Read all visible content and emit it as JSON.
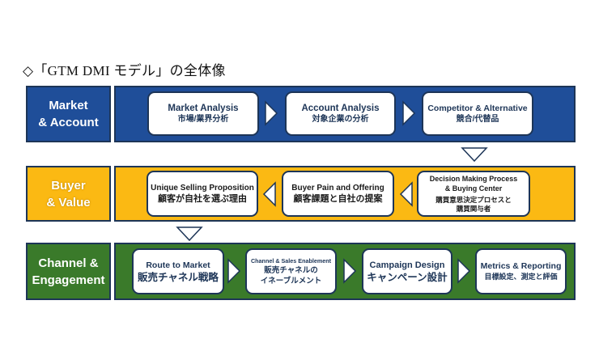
{
  "title": "◇「GTM DMI モデル」の全体像",
  "colors": {
    "market_account": "#1f4e99",
    "buyer_value": "#fbb913",
    "channel_engagement": "#3a7a2a",
    "outline": "#1d3557"
  },
  "rows": [
    {
      "label_line1": "Market",
      "label_line2": "& Account",
      "flow_direction": "right",
      "steps": [
        {
          "en": "Market Analysis",
          "jp": "市場/業界分析"
        },
        {
          "en": "Account Analysis",
          "jp": "対象企業の分析"
        },
        {
          "en": "Competitor & Alternative",
          "jp": "競合/代替品"
        }
      ]
    },
    {
      "label_line1": "Buyer",
      "label_line2": "& Value",
      "flow_direction": "left",
      "steps": [
        {
          "en": "Unique Selling Proposition",
          "jp": "顧客が自社を選ぶ理由"
        },
        {
          "en": "Buyer Pain and Offering",
          "jp": "顧客課題と自社の提案"
        },
        {
          "en": "Decision Making Process",
          "en2": "& Buying Center",
          "jp": "購買意思決定プロセスと",
          "jp2": "購買関与者"
        }
      ]
    },
    {
      "label_line1": "Channel &",
      "label_line2": "Engagement",
      "flow_direction": "right",
      "steps": [
        {
          "en": "Route to Market",
          "jp": "販売チャネル戦略"
        },
        {
          "en": "Channel & Sales Enablement",
          "jp": "販売チャネルの",
          "jp2": "イネーブルメント"
        },
        {
          "en": "Campaign Design",
          "jp": "キャンペーン設計"
        },
        {
          "en": "Metrics & Reporting",
          "jp": "目標設定、測定と評価"
        }
      ]
    }
  ],
  "icons": {
    "arrow_right": "arrow-right-icon",
    "arrow_left": "arrow-left-icon",
    "arrow_down": "arrow-down-icon"
  }
}
